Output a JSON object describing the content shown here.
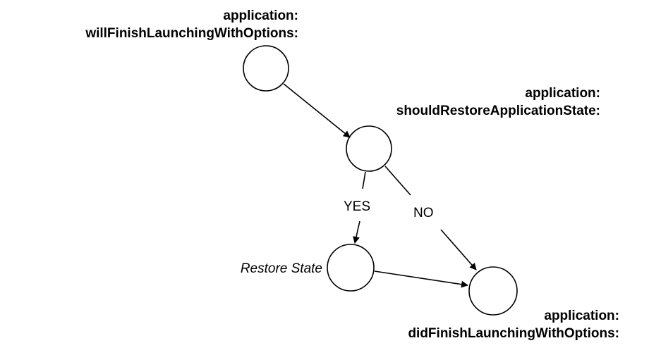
{
  "nodes": {
    "will_finish": {
      "line1": "application:",
      "line2": "willFinishLaunchingWithOptions:"
    },
    "should_restore": {
      "line1": "application:",
      "line2": "shouldRestoreApplicationState:"
    },
    "restore_state": {
      "label": "Restore State"
    },
    "did_finish": {
      "line1": "application:",
      "line2": "didFinishLaunchingWithOptions:"
    }
  },
  "edges": {
    "yes": "YES",
    "no": "NO"
  }
}
